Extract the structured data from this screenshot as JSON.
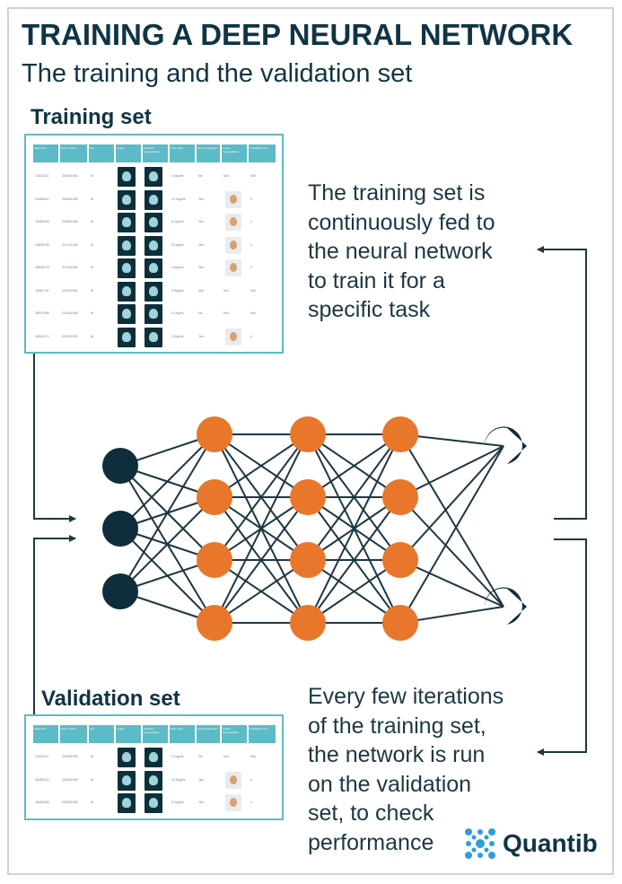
{
  "title": "TRAINING A DEEP NEURAL NETWORK",
  "subtitle": "The training and the validation set",
  "training": {
    "label": "Training set",
    "description": [
      "The training set is",
      "continuously fed to",
      "the neural network",
      "to train it for a",
      "specific task"
    ]
  },
  "validation": {
    "label": "Validation set",
    "description": [
      "Every few iterations",
      "of the training set,",
      "the network is run",
      "on the validation",
      "set, to check",
      "performance"
    ]
  },
  "logo": {
    "name": "Quantib"
  },
  "colors": {
    "navy": "#0f3445",
    "teal": "#5bbbc6",
    "orange": "#e8762b",
    "node_dark": "#0f2d3b"
  },
  "network": {
    "layer_sizes": [
      3,
      4,
      4,
      4,
      2
    ]
  },
  "table_mock": {
    "headers": [
      "Patient ID",
      "Date of birth",
      "Sex",
      "Image",
      "Prostate segmentation",
      "PSA value",
      "Lesion detected?",
      "Lesion segmentation",
      "PI-RADS score"
    ],
    "training_rows": [
      [
        "21531211",
        "02/05/1952",
        "M",
        "",
        "",
        "4.2ng/ml",
        "No",
        "N/A",
        "N/A"
      ],
      [
        "26465132",
        "25/06/1958",
        "M",
        "",
        "",
        "12.5ng/ml",
        "Yes",
        "",
        "3"
      ],
      [
        "18465239",
        "03/08/1965",
        "M",
        "",
        "",
        "6.2ng/ml",
        "Yes",
        "",
        "4"
      ],
      [
        "23698746",
        "21/12/1948",
        "M",
        "",
        "",
        "8.1ng/ml",
        "Yes",
        "",
        "3"
      ],
      [
        "26546123",
        "31/10/1962",
        "M",
        "",
        "",
        "4.8ng/ml",
        "Yes",
        "",
        "3"
      ],
      [
        "15687741",
        "04/03/1961",
        "M",
        "",
        "",
        "3.3ng/ml",
        "N/A",
        "N/A",
        "N/A"
      ],
      [
        "26547899",
        "22/04/1956",
        "M",
        "",
        "",
        "2.1ng/ml",
        "No",
        "N/A",
        "N/A"
      ],
      [
        "26541274",
        "03/09/1963",
        "M",
        "",
        "",
        "3.9ng/ml",
        "Yes",
        "",
        "4"
      ]
    ],
    "validation_rows": [
      [
        "21531211",
        "02/06/1952",
        "M",
        "",
        "",
        "4.2ng/ml",
        "No",
        "N/A",
        "N/A"
      ],
      [
        "26465132",
        "25/06/1958",
        "M",
        "",
        "",
        "12.5ng/ml",
        "Yes",
        "",
        "3"
      ],
      [
        "18465239",
        "03/08/1965",
        "M",
        "",
        "",
        "6.2ng/ml",
        "Yes",
        "",
        "4"
      ]
    ]
  }
}
